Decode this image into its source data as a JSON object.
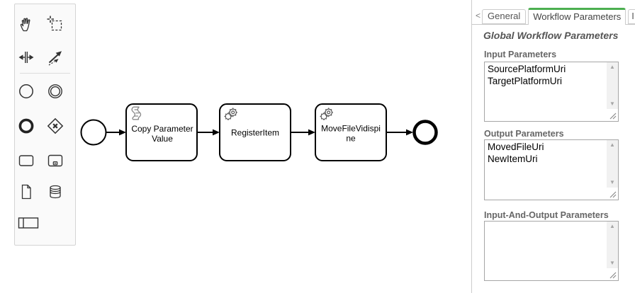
{
  "palette": {
    "tools": [
      "hand-tool",
      "lasso-tool",
      "space-tool",
      "global-connect-tool"
    ],
    "elements": [
      "create-start-event",
      "create-intermediate-event",
      "create-end-event",
      "create-gateway",
      "create-task",
      "create-subprocess",
      "create-data-object",
      "create-data-store",
      "create-participant"
    ]
  },
  "diagram": {
    "start_event": {
      "type": "start-event"
    },
    "tasks": [
      {
        "type": "script-task",
        "lines": [
          "Copy Parameter",
          "Value"
        ]
      },
      {
        "type": "service-task",
        "lines": [
          "RegisterItem"
        ]
      },
      {
        "type": "service-task",
        "lines": [
          "MoveFileVidispi",
          "ne"
        ]
      }
    ],
    "end_event": {
      "type": "end-event"
    }
  },
  "properties_panel": {
    "tab_scroll_left": "<",
    "tab_scroll_right": ">",
    "tabs": [
      {
        "label": "General",
        "active": false
      },
      {
        "label": "Workflow Parameters",
        "active": true
      },
      {
        "label": "I",
        "active": false
      }
    ],
    "heading": "Global Workflow Parameters",
    "sections": [
      {
        "label": "Input Parameters",
        "value": "SourcePlatformUri\nTargetPlatformUri"
      },
      {
        "label": "Output Parameters",
        "value": "MovedFileUri\nNewItemUri"
      },
      {
        "label": "Input-And-Output Parameters",
        "value": ""
      }
    ],
    "colors": {
      "active_tab_accent": "#4caf50",
      "panel_border": "#cccccc"
    }
  }
}
